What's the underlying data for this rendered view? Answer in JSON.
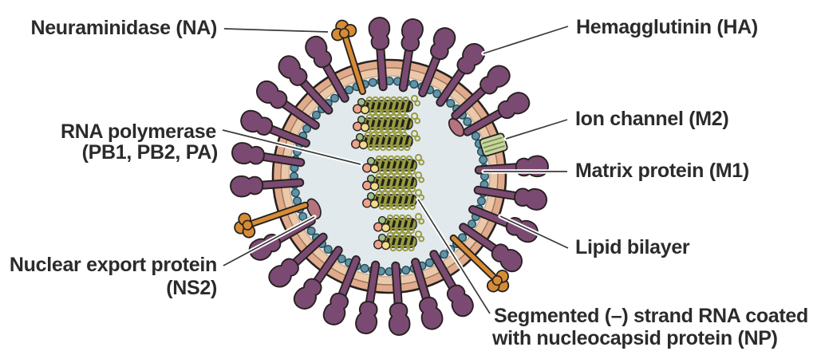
{
  "figure": {
    "type": "labeled-diagram",
    "subject": "Influenza virus (virion) structure",
    "background": "#ffffff",
    "labels": {
      "neuraminidase": "Neuraminidase (NA)",
      "hemagglutinin": "Hemagglutinin (HA)",
      "ion_channel": "Ion channel (M2)",
      "matrix_protein": "Matrix protein (M1)",
      "lipid_bilayer": "Lipid bilayer",
      "rna_polymerase_line1": "RNA polymerase",
      "rna_polymerase_line2": "(PB1, PB2, PA)",
      "nuclear_export_line1": "Nuclear export protein",
      "nuclear_export_line2": "(NS2)",
      "segmented_rna_line1": "Segmented (–) strand RNA coated",
      "segmented_rna_line2": "with nucleocapsid protein (NP)"
    },
    "virion": {
      "rna_segments_visible": 8,
      "ha_spikes_visible": 24,
      "na_spikes_visible": 3,
      "ion_channels_visible": 1,
      "nuclear_export_ovals_visible": 2,
      "colors": {
        "text": "#2b2b2b",
        "outline": "#26211f",
        "leader_line": "#3a3a3a",
        "leader_casing": "#ffffff",
        "hemagglutinin": "#7b4a72",
        "neuraminidase": "#d68c35",
        "ion_channel_fill": "#c3d7a5",
        "ion_channel_line": "#7f843a",
        "membrane_outer": "#e0aa8c",
        "membrane_inner": "#ebc8aa",
        "membrane_seam": "#9c7258",
        "membrane_inner_edge": "#c8a183",
        "interior": "#e1e9ec",
        "matrix_bead_fill": "#5e93a8",
        "matrix_bead_stroke": "#2e4a52",
        "rnp_coil": "#999c40",
        "rnp_core": "#21211a",
        "rnp_rod_stroke": "#2a2a20",
        "polymerase_pink": "#efa18b",
        "polymerase_yellow": "#f3dc88",
        "polymerase_green": "#9fc08d",
        "nuclear_export_oval": "#b5737f"
      }
    }
  }
}
